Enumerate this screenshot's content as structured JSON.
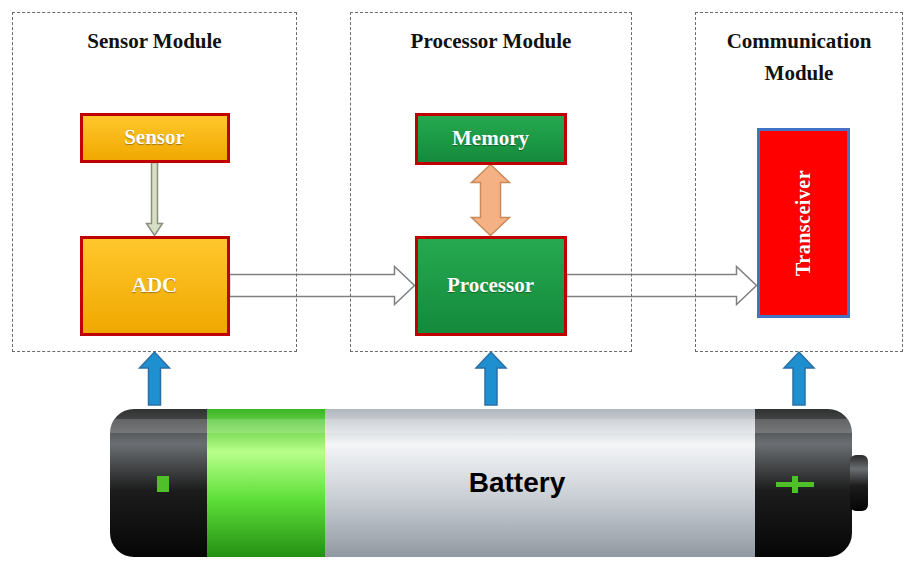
{
  "diagram": {
    "nodes": [
      {
        "text": [
          "Sensor Module"
        ]
      },
      {
        "text": [
          "Sensor"
        ],
        "in": 0
      },
      {
        "text": [
          "ADC"
        ],
        "in": 0
      },
      {
        "text": [
          "Processor Module"
        ]
      },
      {
        "text": [
          "Memory"
        ],
        "in": 3
      },
      {
        "text": [
          "Processor"
        ],
        "in": 3
      },
      {
        "text": [
          "Communication Module"
        ]
      },
      {
        "text": [
          "Transceiver"
        ],
        "in": 6
      },
      {
        "text": [
          "Battery"
        ]
      }
    ],
    "edges": [
      {
        "from": 1,
        "to": 2,
        "arrow": "to"
      },
      {
        "from": 2,
        "to": 5,
        "arrow": "to"
      },
      {
        "from": 4,
        "to": 5,
        "arrow": "both"
      },
      {
        "from": 5,
        "to": 7,
        "arrow": "to"
      },
      {
        "from": 8,
        "to": 0,
        "arrow": "to"
      },
      {
        "from": 8,
        "to": 3,
        "arrow": "to"
      },
      {
        "from": 8,
        "to": 6,
        "arrow": "to"
      }
    ]
  }
}
